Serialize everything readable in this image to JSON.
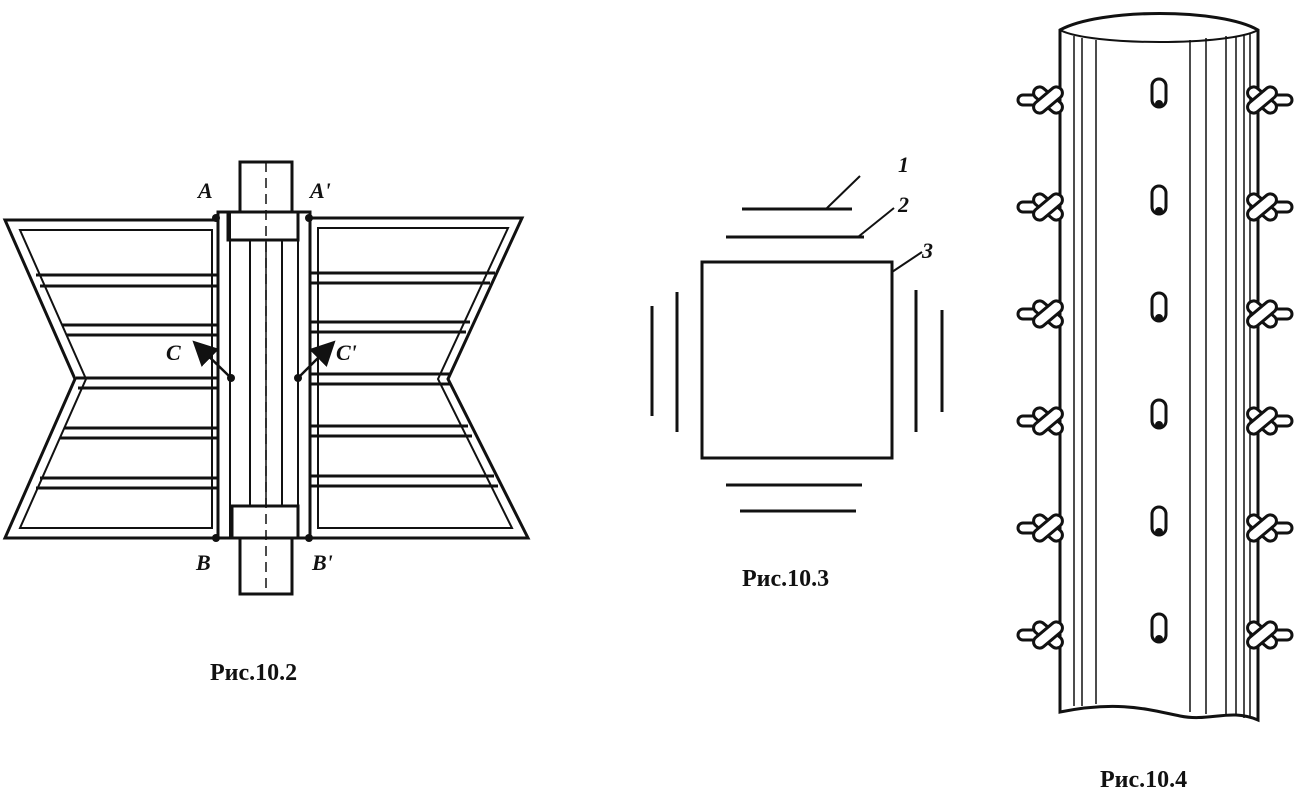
{
  "figures": {
    "fig_10_2": {
      "caption": "Рис.10.2",
      "labels": {
        "A": "A",
        "A_prime": "A'",
        "B": "B",
        "B_prime": "B'",
        "C": "C",
        "C_prime": "C'"
      }
    },
    "fig_10_3": {
      "caption": "Рис.10.3",
      "labels": {
        "n1": "1",
        "n2": "2",
        "n3": "3"
      }
    },
    "fig_10_4": {
      "caption": "Рис.10.4",
      "rows": 6
    }
  },
  "colors": {
    "ink": "#111111",
    "paper": "#ffffff"
  }
}
